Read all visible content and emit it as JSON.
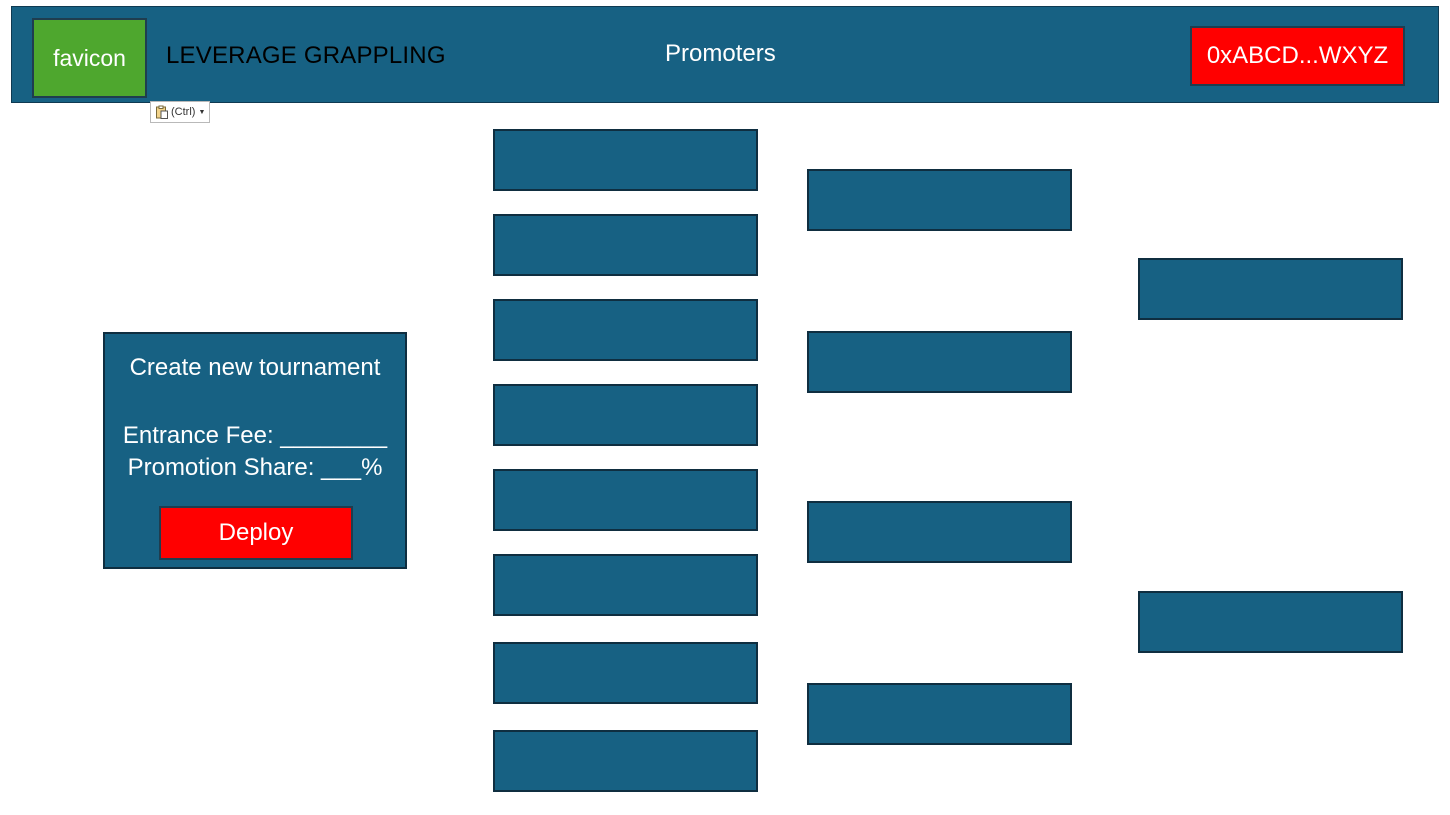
{
  "header": {
    "favicon_label": "favicon",
    "brand": "LEVERAGE GRAPPLING",
    "nav_link": "Promoters",
    "wallet_address": "0xABCD...WXYZ"
  },
  "paste_options": {
    "label": "(Ctrl)",
    "icon": "clipboard-icon"
  },
  "create_panel": {
    "title": "Create new tournament",
    "entrance_fee": "Entrance Fee: ________",
    "promotion_share": "Promotion Share: ___%",
    "deploy_label": "Deploy"
  },
  "bracket": {
    "round1_slots": 8,
    "round2_slots": 4,
    "round3_slots": 2
  },
  "colors": {
    "primary": "#176183",
    "accent": "#ff0000",
    "favicon_bg": "#4ea72e"
  }
}
